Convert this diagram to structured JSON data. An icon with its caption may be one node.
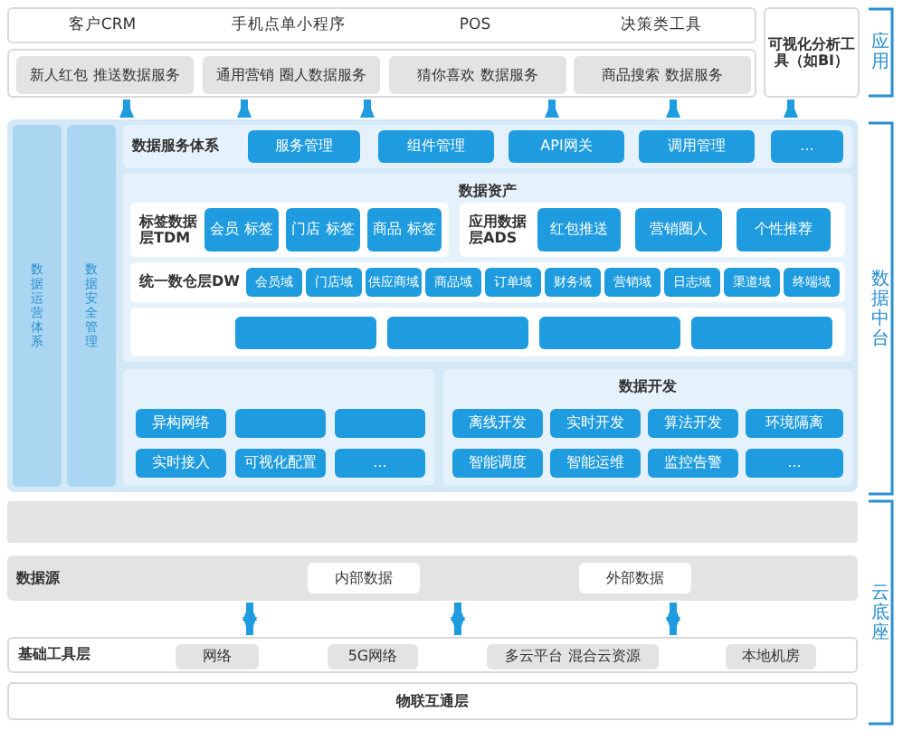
{
  "diagram": {
    "nodes": [
      {
        "text": [
          "客户CRM",
          "手机点单小程序",
          "POS",
          "决策类工具"
        ]
      },
      {
        "text": [],
        "shape": "box"
      },
      {
        "text": [
          "新人红包 推送数据服务"
        ],
        "in": 1
      },
      {
        "text": [
          "通用营销 圈人数据服务"
        ],
        "in": 1
      },
      {
        "text": [
          "猜你喜欢 数据服务"
        ],
        "in": 1
      },
      {
        "text": [
          "商品搜索 数据服务"
        ],
        "in": 1
      },
      {
        "text": [
          "可视化分析工具（如BI）"
        ]
      },
      {
        "text": [],
        "shape": "box"
      },
      {
        "text": [
          "数据运营体系"
        ],
        "in": 7
      },
      {
        "text": [
          "数据安全管理"
        ],
        "in": 7
      },
      {
        "text": [
          "数据服务体系"
        ],
        "in": 7
      },
      {
        "text": [
          "服务管理"
        ],
        "in": 10
      },
      {
        "text": [
          "组件管理"
        ],
        "in": 10
      },
      {
        "text": [
          "API网关"
        ],
        "in": 10
      },
      {
        "text": [
          "调用管理"
        ],
        "in": 10
      },
      {
        "text": [
          "..."
        ],
        "in": 10
      },
      {
        "text": [
          "数据资产"
        ],
        "in": 7
      },
      {
        "text": [
          "标签数据层TDM"
        ],
        "in": 16
      },
      {
        "text": [
          "会员 标签"
        ],
        "in": 17
      },
      {
        "text": [
          "门店 标签"
        ],
        "in": 17
      },
      {
        "text": [
          "商品 标签"
        ],
        "in": 17
      },
      {
        "text": [
          "应用数据层ADS"
        ],
        "in": 16
      },
      {
        "text": [
          "红包推送"
        ],
        "in": 21
      },
      {
        "text": [
          "营销圈人"
        ],
        "in": 21
      },
      {
        "text": [
          "个性推荐"
        ],
        "in": 21
      },
      {
        "text": [
          "统一数仓层DW"
        ],
        "in": 16
      },
      {
        "text": [
          "会员域"
        ],
        "in": 25
      },
      {
        "text": [
          "门店域"
        ],
        "in": 25
      },
      {
        "text": [
          "供应商域"
        ],
        "in": 25
      },
      {
        "text": [
          "商品域"
        ],
        "in": 25
      },
      {
        "text": [
          "订单域"
        ],
        "in": 25
      },
      {
        "text": [
          "财务域"
        ],
        "in": 25
      },
      {
        "text": [
          "营销域"
        ],
        "in": 25
      },
      {
        "text": [
          "日志域"
        ],
        "in": 25
      },
      {
        "text": [
          "渠道域"
        ],
        "in": 25
      },
      {
        "text": [
          "终端域"
        ],
        "in": 25
      },
      {
        "text": [],
        "shape": "box",
        "in": 16
      },
      {
        "text": [],
        "shape": "box",
        "in": 36
      },
      {
        "text": [],
        "shape": "box",
        "in": 36
      },
      {
        "text": [],
        "shape": "box",
        "in": 36
      },
      {
        "text": [],
        "shape": "box",
        "in": 36
      },
      {
        "text": [],
        "shape": "box",
        "in": 7
      },
      {
        "text": [
          "异构网络"
        ],
        "in": 41
      },
      {
        "text": [],
        "shape": "box",
        "in": 41
      },
      {
        "text": [],
        "shape": "box",
        "in": 41
      },
      {
        "text": [
          "实时接入"
        ],
        "in": 41
      },
      {
        "text": [
          "可视化配置"
        ],
        "in": 41
      },
      {
        "text": [
          "..."
        ],
        "in": 41
      },
      {
        "text": [
          "数据开发"
        ],
        "in": 7
      },
      {
        "text": [
          "离线开发"
        ],
        "in": 48
      },
      {
        "text": [
          "实时开发"
        ],
        "in": 48
      },
      {
        "text": [
          "算法开发"
        ],
        "in": 48
      },
      {
        "text": [
          "环境隔离"
        ],
        "in": 48
      },
      {
        "text": [
          "智能调度"
        ],
        "in": 48
      },
      {
        "text": [
          "智能运维"
        ],
        "in": 48
      },
      {
        "text": [
          "监控告警"
        ],
        "in": 48
      },
      {
        "text": [
          "..."
        ],
        "in": 48
      },
      {
        "text": [],
        "shape": "bar"
      },
      {
        "text": [
          "数据源"
        ]
      },
      {
        "text": [
          "内部数据"
        ],
        "in": 58
      },
      {
        "text": [
          "外部数据"
        ],
        "in": 58
      },
      {
        "text": [
          "基础工具层"
        ]
      },
      {
        "text": [
          "网络"
        ],
        "in": 61
      },
      {
        "text": [
          "5G网络"
        ],
        "in": 61
      },
      {
        "text": [
          "多云平台 混合云资源"
        ],
        "in": 61
      },
      {
        "text": [
          "本地机房"
        ],
        "in": 61
      },
      {
        "text": [
          "物联互通层"
        ]
      }
    ],
    "edges": [
      {
        "from": 7,
        "to": 1,
        "arrow": "to"
      },
      {
        "from": 7,
        "to": 1,
        "arrow": "to"
      },
      {
        "from": 7,
        "to": 1,
        "arrow": "to"
      },
      {
        "from": 7,
        "to": 1,
        "arrow": "to"
      },
      {
        "from": 7,
        "to": 1,
        "arrow": "to"
      },
      {
        "from": 7,
        "to": 6,
        "arrow": "to"
      },
      {
        "from": 58,
        "to": 61,
        "arrow": "both"
      },
      {
        "from": 58,
        "to": 61,
        "arrow": "both"
      },
      {
        "from": 58,
        "to": 61,
        "arrow": "both"
      }
    ],
    "labels": [
      "应用",
      "数据中台",
      "云底座"
    ]
  }
}
